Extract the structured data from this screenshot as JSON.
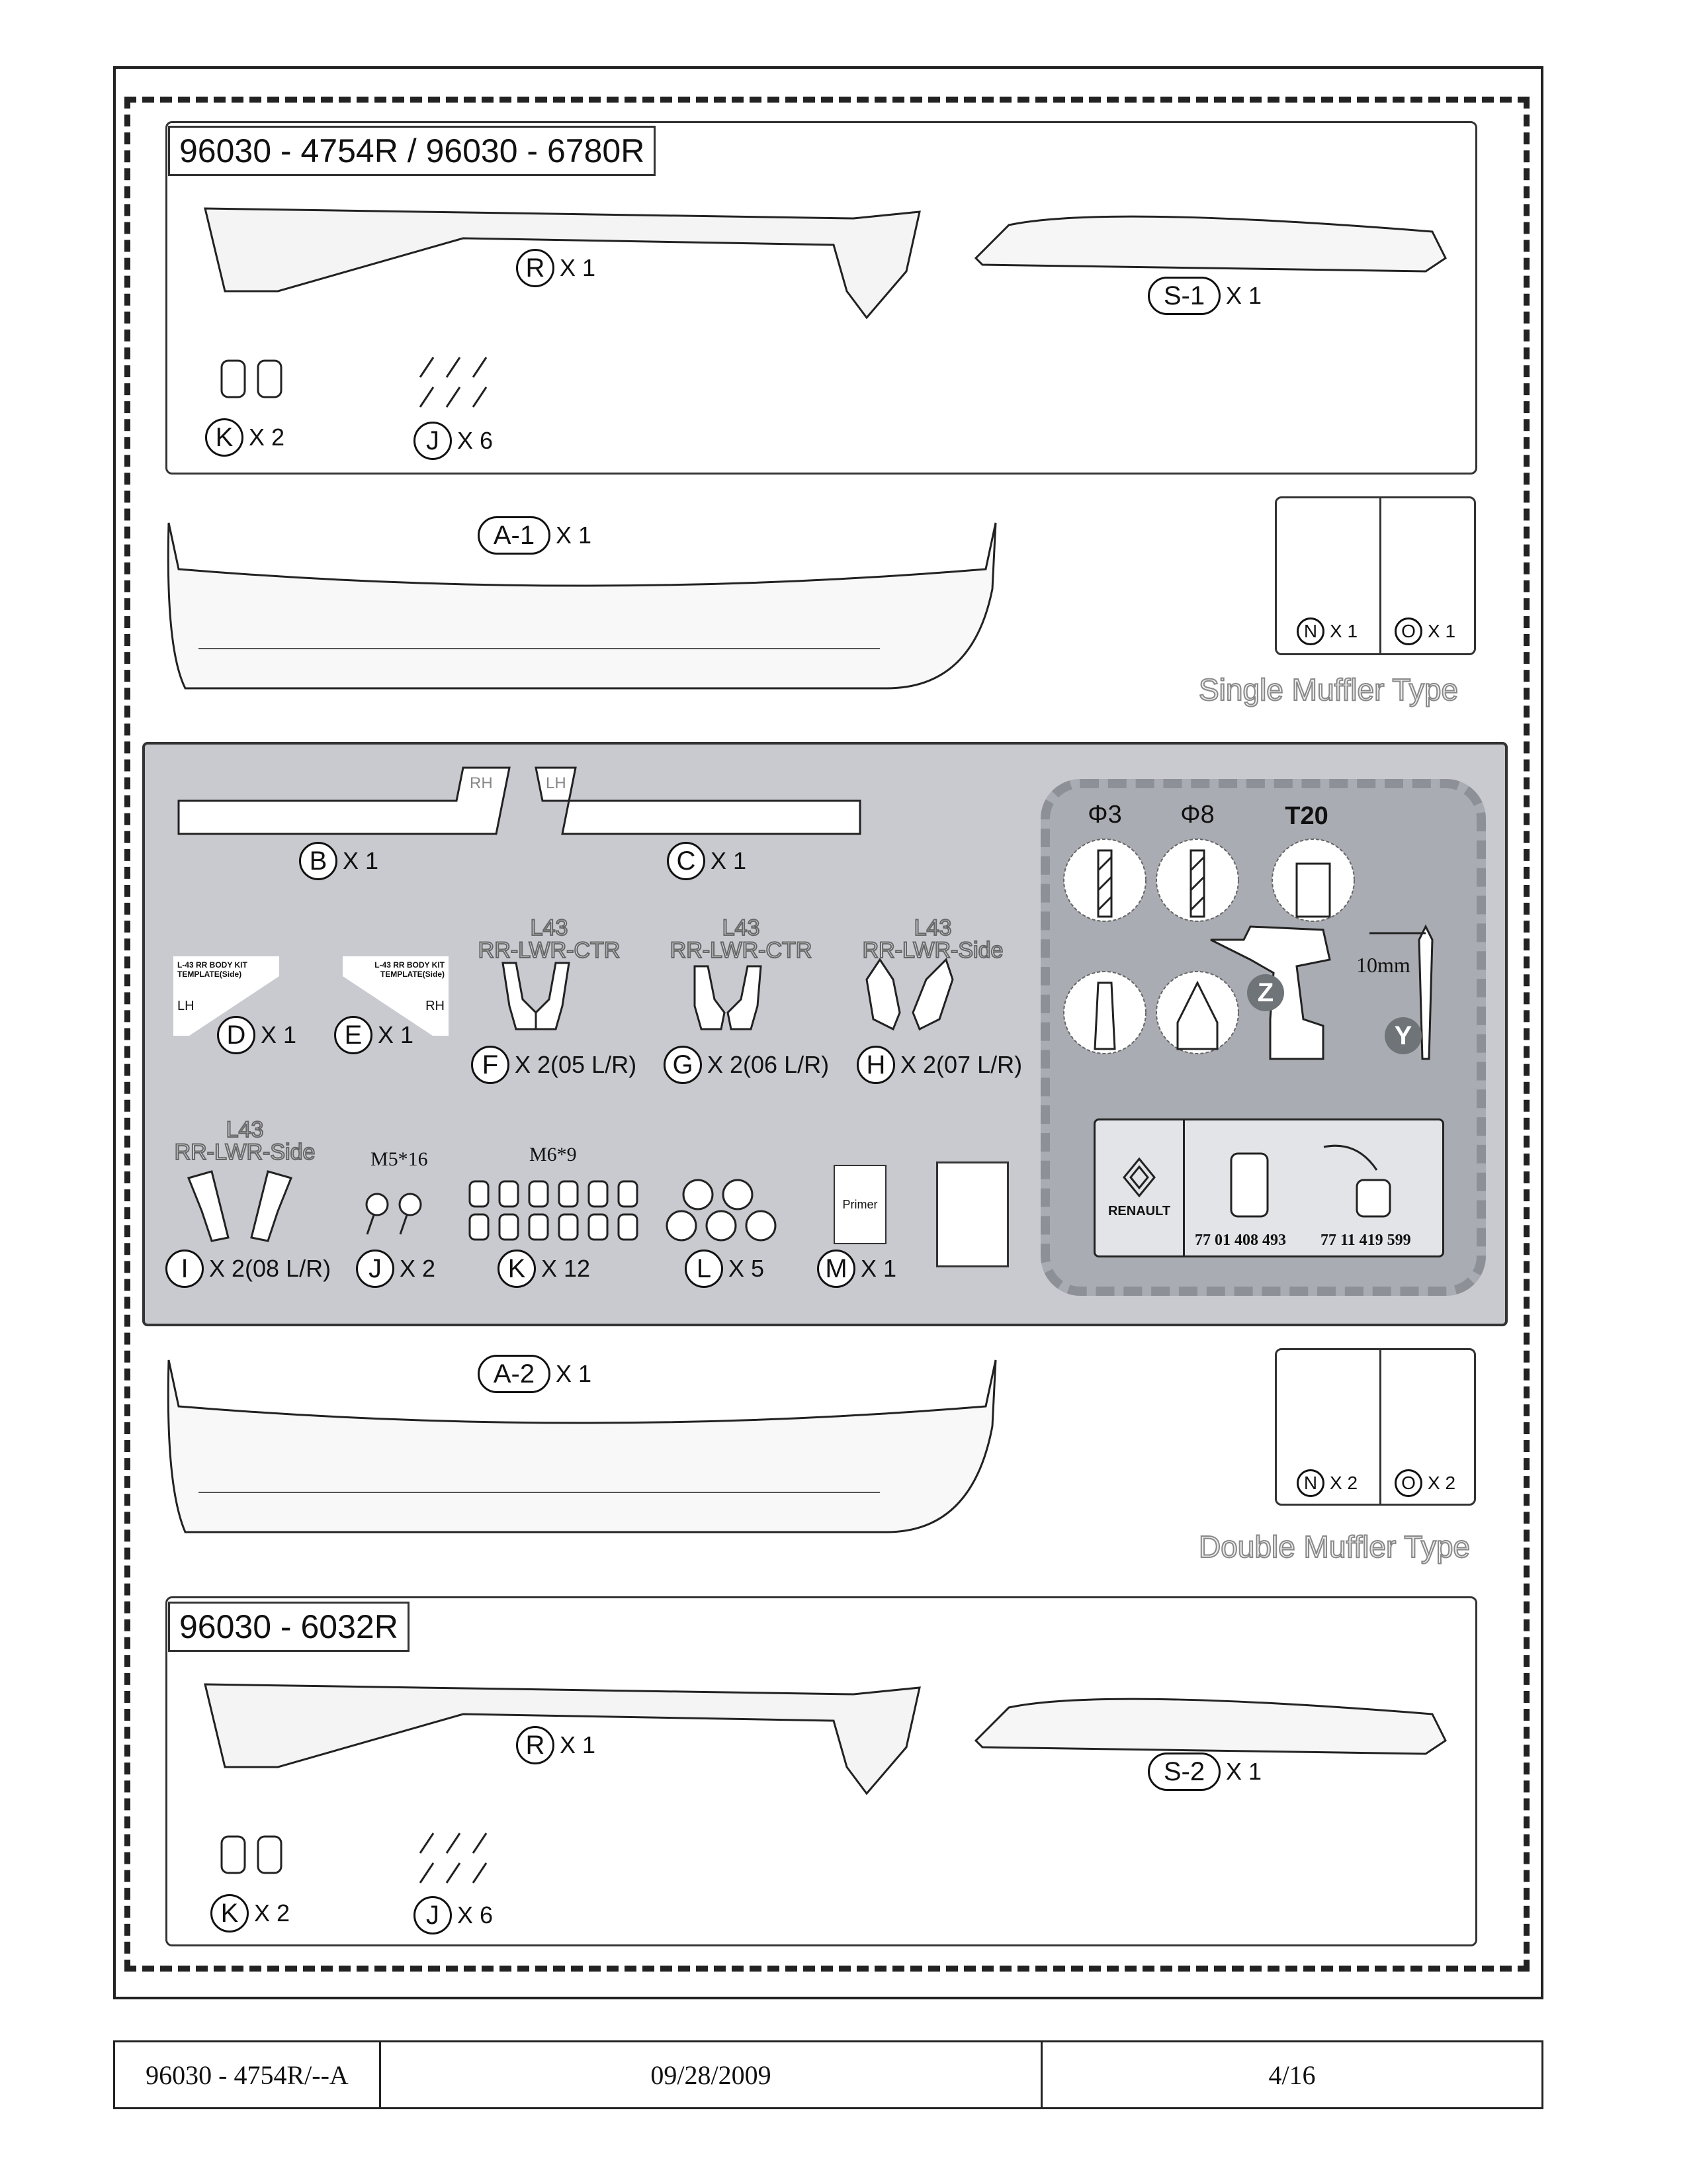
{
  "kit_top": {
    "title": "96030 - 4754R / 96030 - 6780R",
    "parts": [
      {
        "letter": "R",
        "qty": "X 1"
      },
      {
        "letter": "S-1",
        "qty": "X 1"
      },
      {
        "letter": "K",
        "qty": "X 2"
      },
      {
        "letter": "J",
        "qty": "X 6"
      }
    ]
  },
  "single": {
    "bumper": {
      "letter": "A-1",
      "qty": "X 1"
    },
    "hardware": [
      {
        "letter": "N",
        "qty": "X 1"
      },
      {
        "letter": "O",
        "qty": "X 1"
      }
    ],
    "label": "Single Muffler Type"
  },
  "common": {
    "B": {
      "letter": "B",
      "qty": "X 1",
      "tag": "RH"
    },
    "C": {
      "letter": "C",
      "qty": "X 1",
      "tag": "LH"
    },
    "D": {
      "letter": "D",
      "qty": "X 1",
      "template": "L-43 RR BODY KIT TEMPLATE(Side)",
      "side": "LH"
    },
    "E": {
      "letter": "E",
      "qty": "X 1",
      "template": "L-43 RR BODY KIT TEMPLATE(Side)",
      "side": "RH"
    },
    "F": {
      "letter": "F",
      "qty": "X 2(05 L/R)",
      "label1": "L43",
      "label2": "RR-LWR-CTR"
    },
    "G": {
      "letter": "G",
      "qty": "X 2(06 L/R)",
      "label1": "L43",
      "label2": "RR-LWR-CTR"
    },
    "H": {
      "letter": "H",
      "qty": "X 2(07 L/R)",
      "label1": "L43",
      "label2": "RR-LWR-Side"
    },
    "I": {
      "letter": "I",
      "qty": "X 2(08 L/R)",
      "label1": "L43",
      "label2": "RR-LWR-Side"
    },
    "J": {
      "letter": "J",
      "qty": "X 2",
      "spec": "M5*16"
    },
    "K": {
      "letter": "K",
      "qty": "X 12",
      "spec": "M6*9"
    },
    "L": {
      "letter": "L",
      "qty": "X 5"
    },
    "M": {
      "letter": "M",
      "qty": "X 1",
      "bag": "Primer"
    }
  },
  "tools": {
    "drill1": "Φ3",
    "drill2": "Φ8",
    "torx": "T20",
    "drill_letter": "Z",
    "wrench_letter": "Y",
    "wrench_size": "10mm",
    "brand": "RENAULT",
    "spray_part": "77 01 408 493",
    "primer_part": "77 11 419 599"
  },
  "double": {
    "bumper": {
      "letter": "A-2",
      "qty": "X 1"
    },
    "hardware": [
      {
        "letter": "N",
        "qty": "X 2"
      },
      {
        "letter": "O",
        "qty": "X 2"
      }
    ],
    "label": "Double Muffler Type"
  },
  "kit_bottom": {
    "title": "96030 - 6032R",
    "parts": [
      {
        "letter": "R",
        "qty": "X 1"
      },
      {
        "letter": "S-2",
        "qty": "X 1"
      },
      {
        "letter": "K",
        "qty": "X 2"
      },
      {
        "letter": "J",
        "qty": "X 6"
      }
    ]
  },
  "footer": {
    "doc": "96030 - 4754R/--A",
    "date": "09/28/2009",
    "page": "4/16"
  }
}
